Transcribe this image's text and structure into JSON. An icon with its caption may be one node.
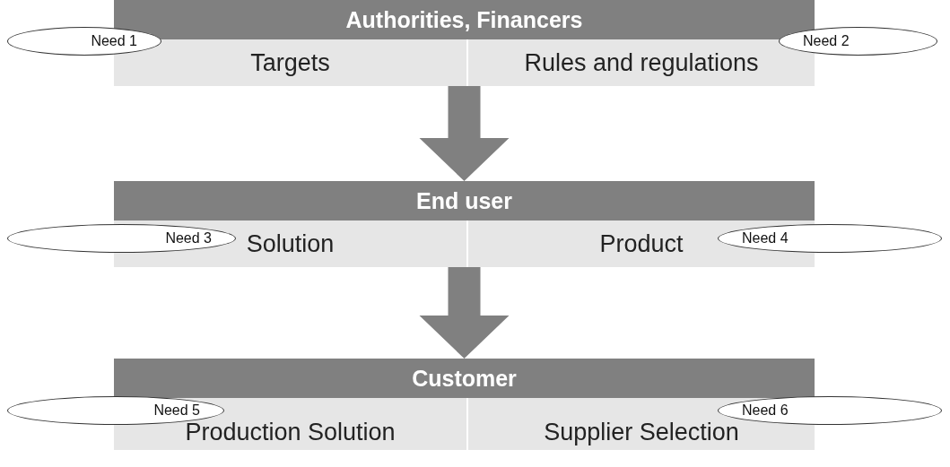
{
  "diagram": {
    "nodes": [
      {
        "text": [
          "Authorities, Financers"
        ]
      },
      {
        "text": [
          "Need 1"
        ]
      },
      {
        "text": [
          "Need 2"
        ]
      },
      {
        "text": [
          "Targets"
        ],
        "in": 0
      },
      {
        "text": [
          "Rules and regulations"
        ],
        "in": 0
      },
      {
        "text": [
          "End user"
        ]
      },
      {
        "text": [
          "Need 3"
        ]
      },
      {
        "text": [
          "Need 4"
        ]
      },
      {
        "text": [
          "Solution"
        ],
        "in": 5
      },
      {
        "text": [
          "Product"
        ],
        "in": 5
      },
      {
        "text": [
          "Customer"
        ]
      },
      {
        "text": [
          "Need 5"
        ]
      },
      {
        "text": [
          "Need 6"
        ]
      },
      {
        "text": [
          "Production Solution"
        ],
        "in": 10
      },
      {
        "text": [
          "Supplier Selection"
        ],
        "in": 10
      }
    ],
    "edges": [
      {
        "from": 0,
        "to": 5,
        "arrow": "to",
        "style": "thick"
      },
      {
        "from": 5,
        "to": 10,
        "arrow": "to",
        "style": "thick"
      }
    ]
  }
}
